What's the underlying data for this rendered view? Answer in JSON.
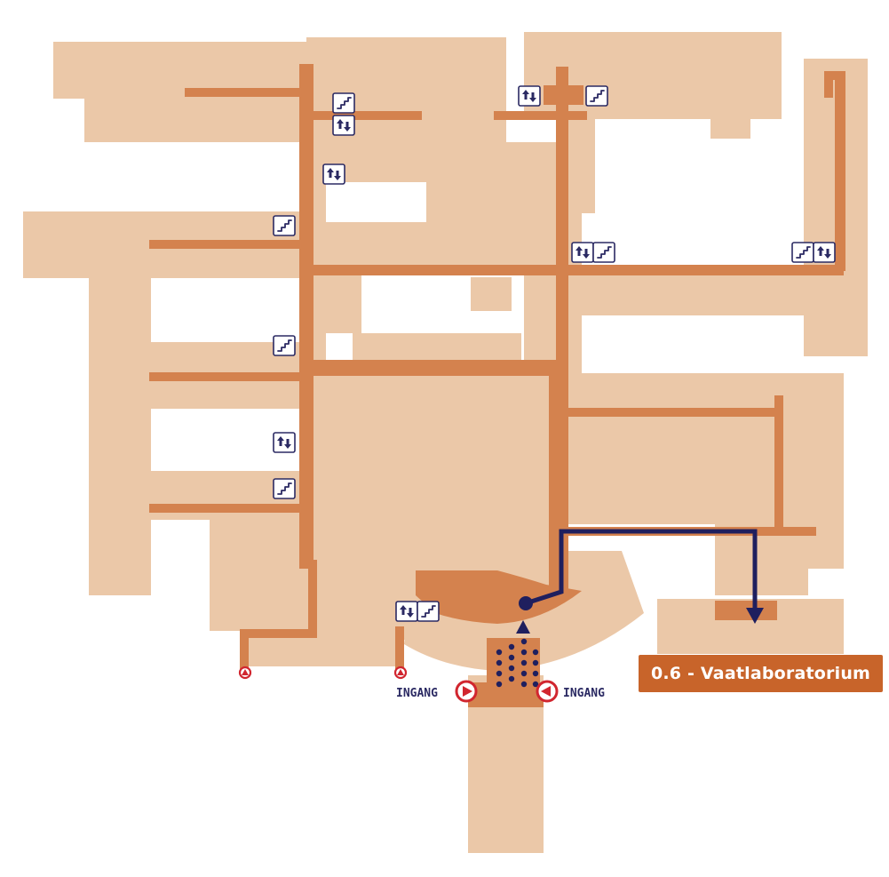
{
  "map": {
    "destination": {
      "label": "0.6 - Vaatlaboratorium"
    },
    "entrances": [
      {
        "label": "INGANG",
        "direction": "right"
      },
      {
        "label": "INGANG",
        "direction": "left"
      }
    ],
    "icons": {
      "stairs": "stairs-icon",
      "elevator": "elevator-icon",
      "entrance": "entrance-arrow-icon",
      "exit_marker": "exit-triangle-icon"
    },
    "colors": {
      "building": "#ebc8a8",
      "corridor": "#d4824e",
      "route": "#1f1f5e",
      "destination_tag": "#c8642a",
      "entrance_marker": "#d1262f",
      "icon_ink": "#2b2a63"
    }
  }
}
